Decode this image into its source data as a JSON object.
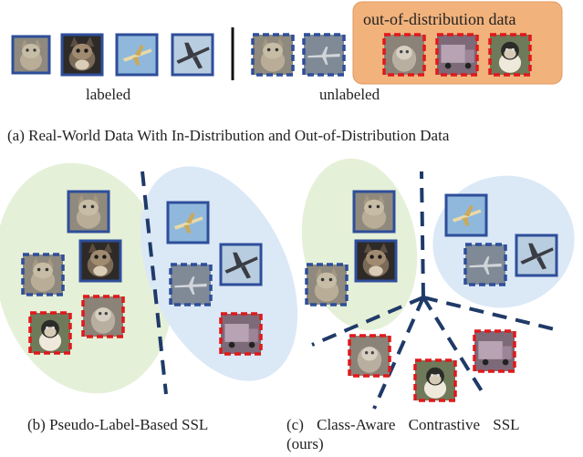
{
  "panel_a": {
    "labeled_text": "labeled",
    "unlabeled_text": "unlabeled",
    "ood_box_title": "out-of-distribution data",
    "caption": "(a) Real-World Data With In-Distribution and Out-of-Distribution Data"
  },
  "panel_b": {
    "caption": "(b) Pseudo-Label-Based SSL"
  },
  "panel_c": {
    "caption_line1": "(c) Class-Aware Contrastive SSL",
    "caption_line2": "(ours)"
  },
  "colors": {
    "labeled_border": "#2e4e9a",
    "unlabeled_border": "#2e4e9a",
    "ood_border": "#e0191b",
    "ood_box_fill": "#f2b27c",
    "green_cluster": "#e5f0d8",
    "blue_cluster": "#dbe8f6",
    "divider": "#1f3a68"
  },
  "legend_icons": [
    "cat-image-icon",
    "airplane-image-icon",
    "monkey-image-icon",
    "truck-image-icon"
  ]
}
